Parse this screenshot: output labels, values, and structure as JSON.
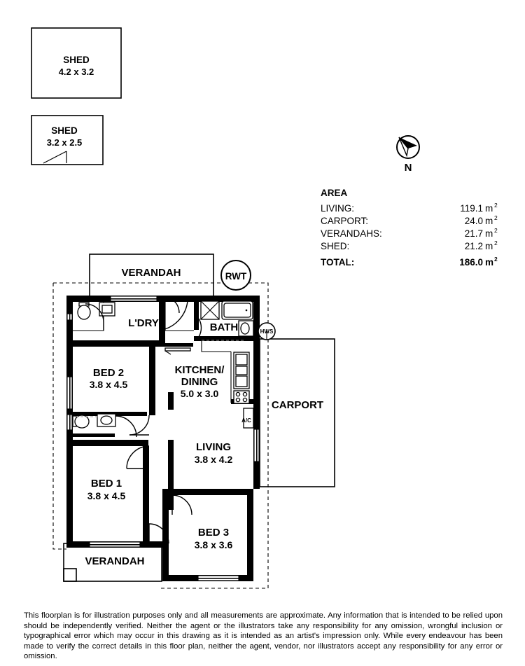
{
  "sheds": [
    {
      "name": "SHED",
      "dim": "4.2 x 3.2"
    },
    {
      "name": "SHED",
      "dim": "3.2 x 2.5"
    }
  ],
  "compass": {
    "label": "N",
    "icon": "compass-north-icon"
  },
  "area": {
    "title": "AREA",
    "unit": "m",
    "unit_sup": "2",
    "rows": [
      {
        "label": "LIVING:",
        "value": "119.1"
      },
      {
        "label": "CARPORT:",
        "value": "24.0"
      },
      {
        "label": "VERANDAHS:",
        "value": "21.7"
      },
      {
        "label": "SHED:",
        "value": "21.2"
      }
    ],
    "total": {
      "label": "TOTAL:",
      "value": "186.0"
    }
  },
  "rooms": {
    "verandah_top": {
      "name": "VERANDAH",
      "dim": ""
    },
    "laundry": {
      "name": "L'DRY",
      "dim": ""
    },
    "bath": {
      "name": "BATH",
      "dim": ""
    },
    "bed2": {
      "name": "BED 2",
      "dim": "3.8 x 4.5"
    },
    "kitchen_dining": {
      "name": "KITCHEN/",
      "name2": "DINING",
      "dim": "5.0 x 3.0"
    },
    "living": {
      "name": "LIVING",
      "dim": "3.8 x 4.2"
    },
    "bed1": {
      "name": "BED 1",
      "dim": "3.8 x 4.5"
    },
    "bed3": {
      "name": "BED 3",
      "dim": "3.8 x 3.6"
    },
    "verandah_bottom": {
      "name": "VERANDAH",
      "dim": ""
    },
    "carport": {
      "name": "CARPORT",
      "dim": ""
    }
  },
  "annotations": {
    "rwt": "RWT",
    "hws": "HWS",
    "ac": "A/C"
  },
  "disclaimer": "This floorplan is for illustration purposes only and all measurements are approximate. Any information that is intended to be relied upon should be independently verified. Neither the agent or the illustrators take any responsibility for any omission, wrongful inclusion or typographical error which may occur in this drawing as it is intended as an artist's impression only. While every endeavour has been made to verify the correct details in this floor plan, neither the agent, vendor, nor illustrators accept any responsibility for any error or omission.",
  "colors": {
    "wall": "#000000",
    "background": "#ffffff",
    "thin_line": "#000000"
  }
}
